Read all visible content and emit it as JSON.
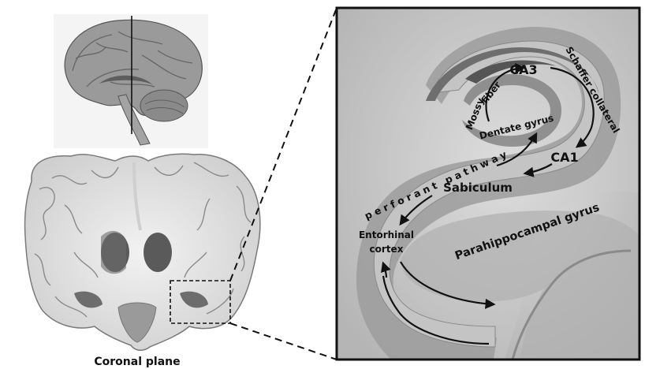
{
  "left_panel": {
    "caption": "Coronal plane"
  },
  "right_panel": {
    "labels": {
      "ca3": "CA3",
      "ca1": "CA1",
      "mossy": "Mossy",
      "fiber": "fiber",
      "schaffer_collateral": "Schaffer collateral",
      "dentate_gyrus": "Dentate gyrus",
      "perforant_pathway": "perforant pathway",
      "subiculum": "Sabiculum",
      "entorhinal_line1": "Entorhinal",
      "entorhinal_line2": "cortex",
      "parahippocampal": "Parahippocampal gyrus"
    }
  },
  "colors": {
    "frame": "#111111",
    "tissue_dark": "#8c8c8c",
    "tissue_light": "#d4d4d4",
    "background_gray": "#bdbdbd"
  }
}
